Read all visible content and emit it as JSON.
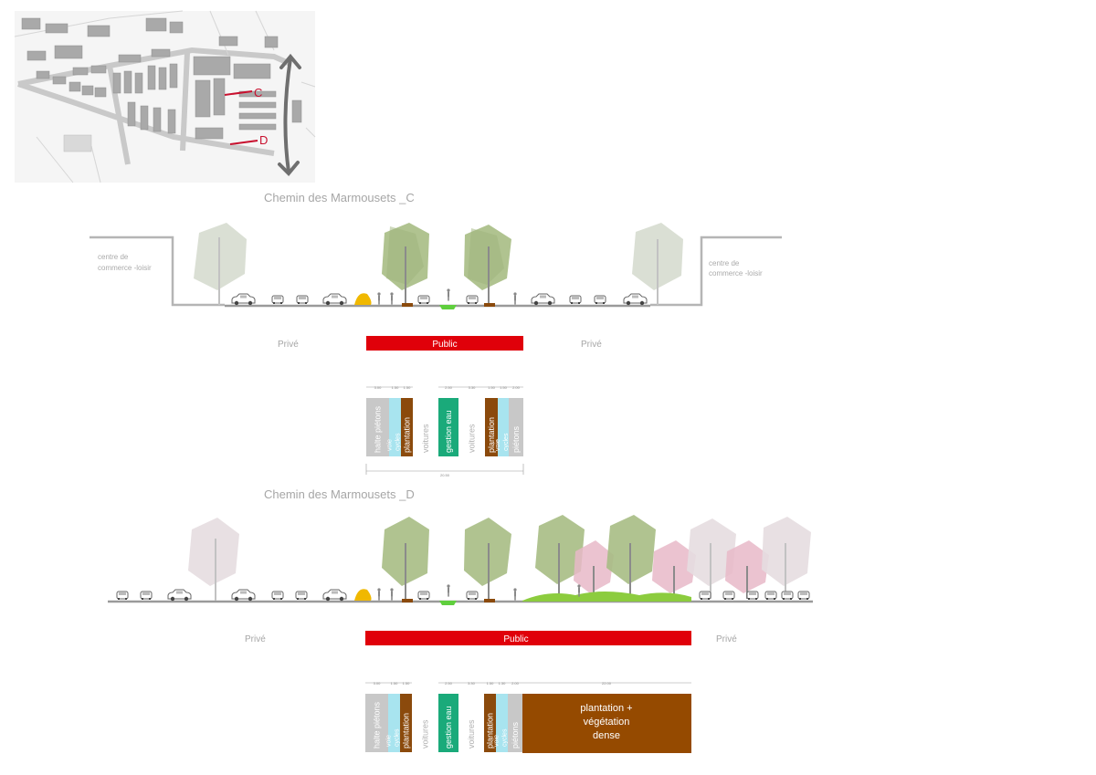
{
  "map": {
    "label_c": "C",
    "label_d": "D",
    "colors": {
      "background": "#f4f4f4",
      "roads": "#c8c8c8",
      "buildings": "#a8a8a8",
      "marker": "#c8102e",
      "arrow": "#777777"
    }
  },
  "section_c": {
    "title": "Chemin des Marmousets _C",
    "left_building_label": [
      "centre de",
      "commerce -loisir"
    ],
    "right_building_label": [
      "centre de",
      "commerce -loisir"
    ],
    "prive_left": "Privé",
    "public": "Public",
    "prive_right": "Privé",
    "dimension_total": "20.50",
    "lanes": [
      {
        "id": "halte-pietons",
        "text": "halte piétons",
        "color": "#c8c8c8",
        "dim": "3.00"
      },
      {
        "id": "voie-cycles-1",
        "text": "voie cycles",
        "color": "#a8e4ef",
        "dim": "1.50"
      },
      {
        "id": "plantation-1",
        "text": "plantation",
        "color": "#8b4a0c",
        "dim": "1.50"
      },
      {
        "id": "voitures-1",
        "text": "voitures",
        "color": "#ffffff",
        "dim": ""
      },
      {
        "id": "gestion-eau",
        "text": "gestion eau",
        "color": "#1aaa7a",
        "dim": "2.50"
      },
      {
        "id": "voitures-2",
        "text": "voitures",
        "color": "#ffffff",
        "dim": "3.30"
      },
      {
        "id": "plantation-2",
        "text": "plantation",
        "color": "#8b4a0c",
        "dim": "1.50"
      },
      {
        "id": "voie-cycles-2",
        "text": "voie cycles",
        "color": "#a8e4ef",
        "dim": "1.50"
      },
      {
        "id": "pietons",
        "text": "piétons",
        "color": "#c8c8c8",
        "dim": "2.00"
      }
    ]
  },
  "section_d": {
    "title": "Chemin des Marmousets _D",
    "prive_left": "Privé",
    "public": "Public",
    "prive_right": "Privé",
    "lanes": [
      {
        "id": "halte-pietons",
        "text": "halte piétons",
        "color": "#c8c8c8",
        "dim": "3.00"
      },
      {
        "id": "voie-cycles-1",
        "text": "voie cycles",
        "color": "#a8e4ef",
        "dim": "1.50"
      },
      {
        "id": "plantation-1",
        "text": "plantation",
        "color": "#8b4a0c",
        "dim": "1.50"
      },
      {
        "id": "voitures-1",
        "text": "voitures",
        "color": "#ffffff",
        "dim": ""
      },
      {
        "id": "gestion-eau",
        "text": "gestion eau",
        "color": "#1aaa7a",
        "dim": "2.50"
      },
      {
        "id": "voitures-2",
        "text": "voitures",
        "color": "#ffffff",
        "dim": "3.30"
      },
      {
        "id": "plantation-2",
        "text": "plantation",
        "color": "#8b4a0c",
        "dim": "1.50"
      },
      {
        "id": "voie-cycles-2",
        "text": "voie cycles",
        "color": "#a8e4ef",
        "dim": "1.30"
      },
      {
        "id": "pietons",
        "text": "piétons",
        "color": "#c8c8c8",
        "dim": "2.00"
      }
    ],
    "dense_block": {
      "lines": [
        "plantation +",
        "végétation",
        "dense"
      ],
      "color": "#954a00",
      "dim": "22.00"
    }
  },
  "colors": {
    "public_bar": "#e0000a",
    "ground": "#999999",
    "tree_green": "#a9bf86",
    "tree_grey": "#d3d8cc",
    "tree_pink": "#e8b9c8",
    "tree_pink_grey": "#e6dde0",
    "text_grey": "#a6a6a6",
    "grass": "#8ccc3e",
    "bush": "#f0b800"
  }
}
